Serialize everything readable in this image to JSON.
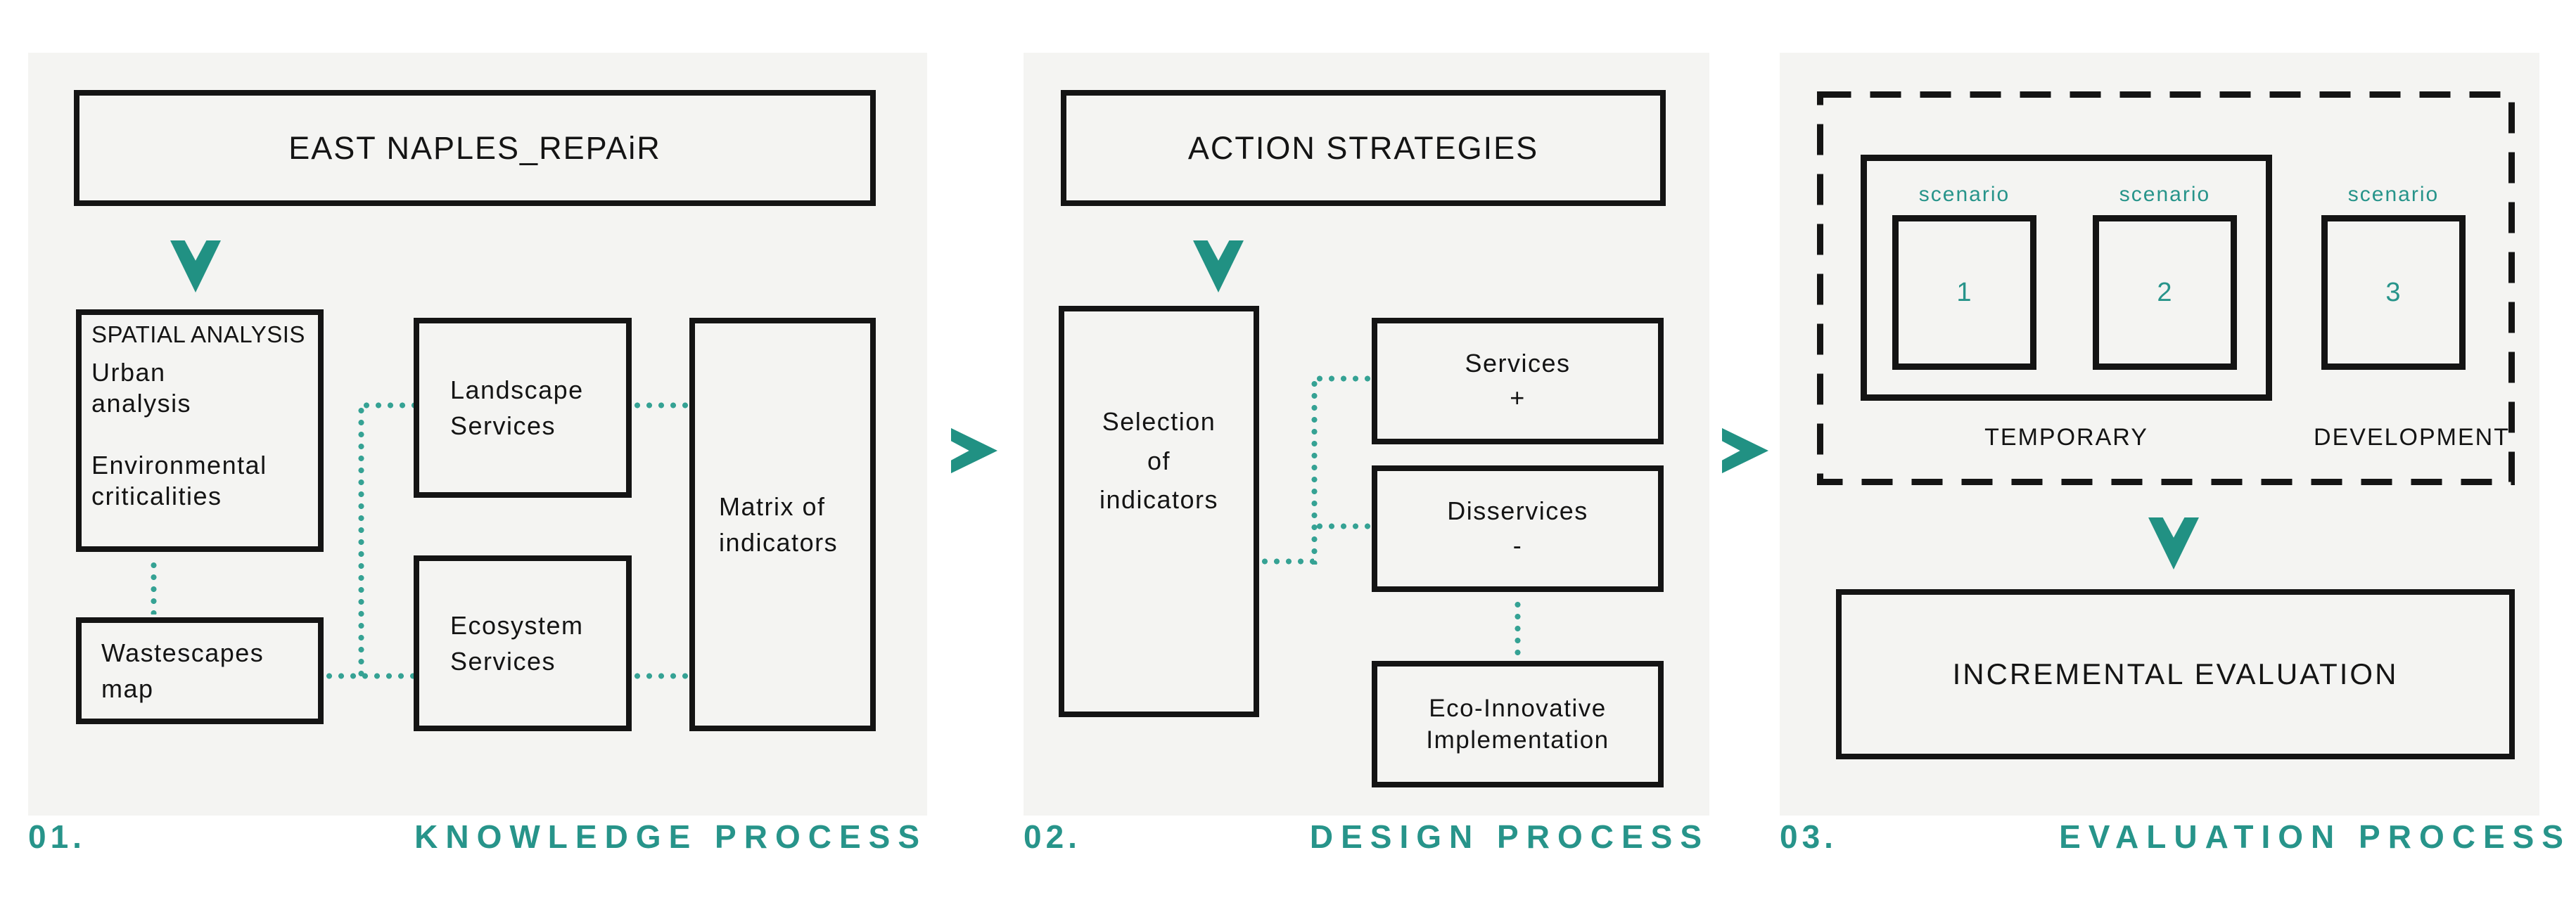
{
  "colors": {
    "accent": "#219183",
    "accent_text": "#27948a",
    "dots": "#35a294",
    "ink": "#141414",
    "panel_bg": "#f4f4f2",
    "canvas_bg": "#ffffff"
  },
  "panels": [
    {
      "number": "01.",
      "title": "KNOWLEDGE PROCESS",
      "header_box": "EAST NAPLES_REPAiR",
      "spatial_header": "SPATIAL ANALYSIS",
      "spatial_body": "Urban\nanalysis\n\nEnvironmental\ncriticalities",
      "wastescapes": "Wastescapes\nmap",
      "landscape": "Landscape\nServices",
      "ecosystem": "Ecosystem\nServices",
      "matrix": "Matrix of\nindicators"
    },
    {
      "number": "02.",
      "title": "DESIGN PROCESS",
      "header_box": "ACTION STRATEGIES",
      "selection": "Selection\nof\nindicators",
      "services": "Services\n+",
      "disservices": "Disservices\n-",
      "eco_innovative": "Eco-Innovative\nImplementation"
    },
    {
      "number": "03.",
      "title": "EVALUATION PROCESS",
      "scenario_label": "scenario",
      "scenarios": [
        "1",
        "2",
        "3"
      ],
      "temporary_label": "TEMPORARY",
      "development_label": "DEVELOPMENT",
      "evaluation_box": "INCREMENTAL EVALUATION"
    }
  ]
}
